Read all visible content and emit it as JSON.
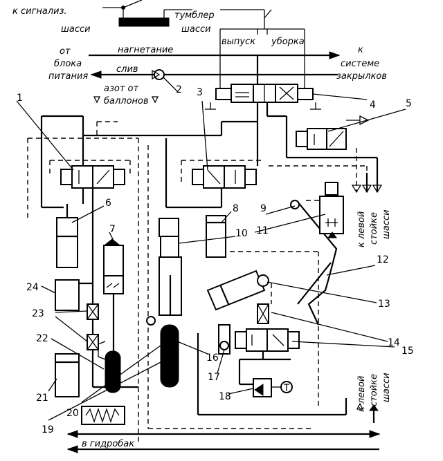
{
  "labels": {
    "signal_chassis": [
      "к сигнализ.",
      "шасси"
    ],
    "toggle_chassis": [
      "тумблер",
      "шасси"
    ],
    "release": "выпуск",
    "retract": "уборка",
    "from_power_unit": [
      "от",
      "блока",
      "питания"
    ],
    "pressure_line": "нагнетание",
    "to_flap_system": [
      "к",
      "системе",
      "закрылков"
    ],
    "drain_line": "слив",
    "nitrogen": [
      "азот от",
      "баллонов"
    ],
    "to_left_strut_top": [
      "к левой",
      "стойке",
      "шасси"
    ],
    "to_left_strut_bottom": [
      "к левой",
      "стойке",
      "шасси"
    ],
    "to_hydraulic_tank": "в гидробак"
  },
  "callouts": [
    "1",
    "2",
    "3",
    "4",
    "5",
    "6",
    "7",
    "8",
    "9",
    "10",
    "11",
    "12",
    "13",
    "14",
    "15",
    "16",
    "17",
    "18",
    "19",
    "20",
    "21",
    "22",
    "23",
    "24"
  ]
}
